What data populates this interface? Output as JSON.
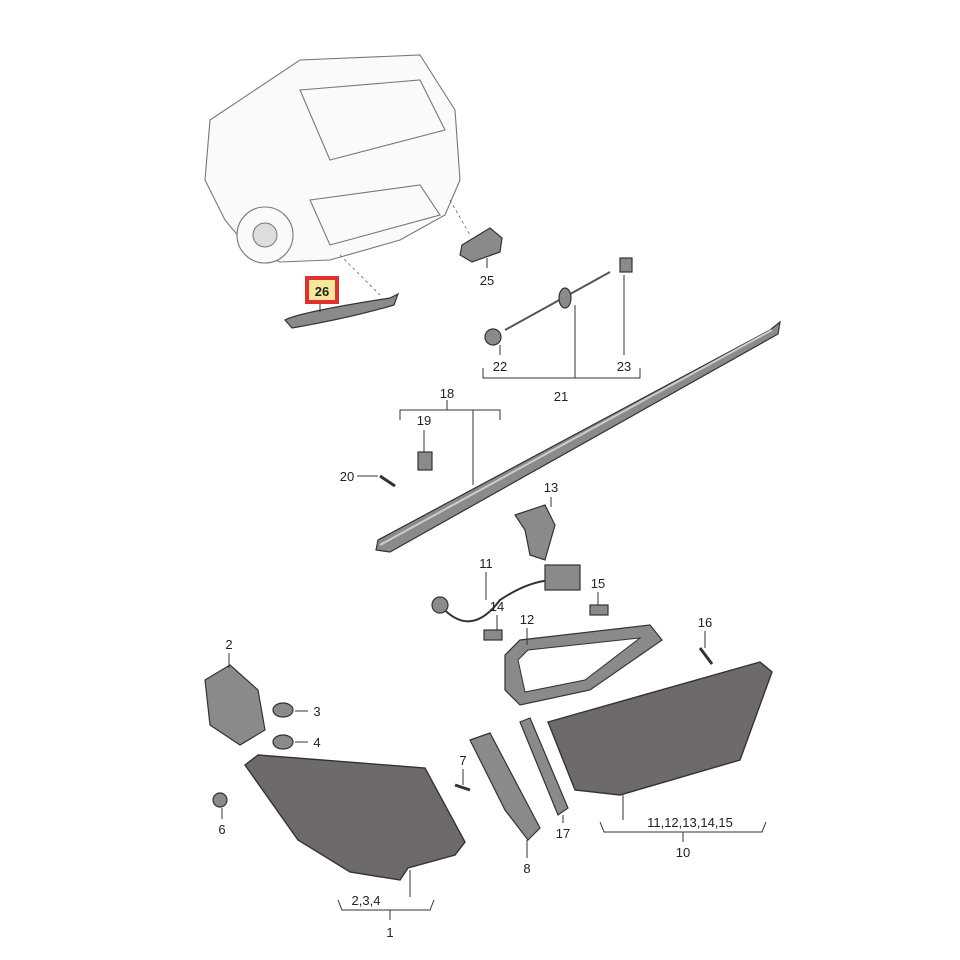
{
  "diagram": {
    "highlight_color": "#e03030",
    "highlight_fill": "#f7e79a",
    "labels": {
      "p26": "26",
      "p25": "25",
      "p22": "22",
      "p23": "23",
      "p21": "21",
      "p18": "18",
      "p19": "19",
      "p20": "20",
      "p13": "13",
      "p11": "11",
      "p14": "14",
      "p15": "15",
      "p12": "12",
      "p16": "16",
      "p2": "2",
      "p3": "3",
      "p4": "4",
      "p6": "6",
      "p7": "7",
      "p8": "8",
      "p17": "17",
      "p10_group": "11,12,13,14,15",
      "p10": "10",
      "p1_group": "2,3,4",
      "p1": "1"
    }
  }
}
